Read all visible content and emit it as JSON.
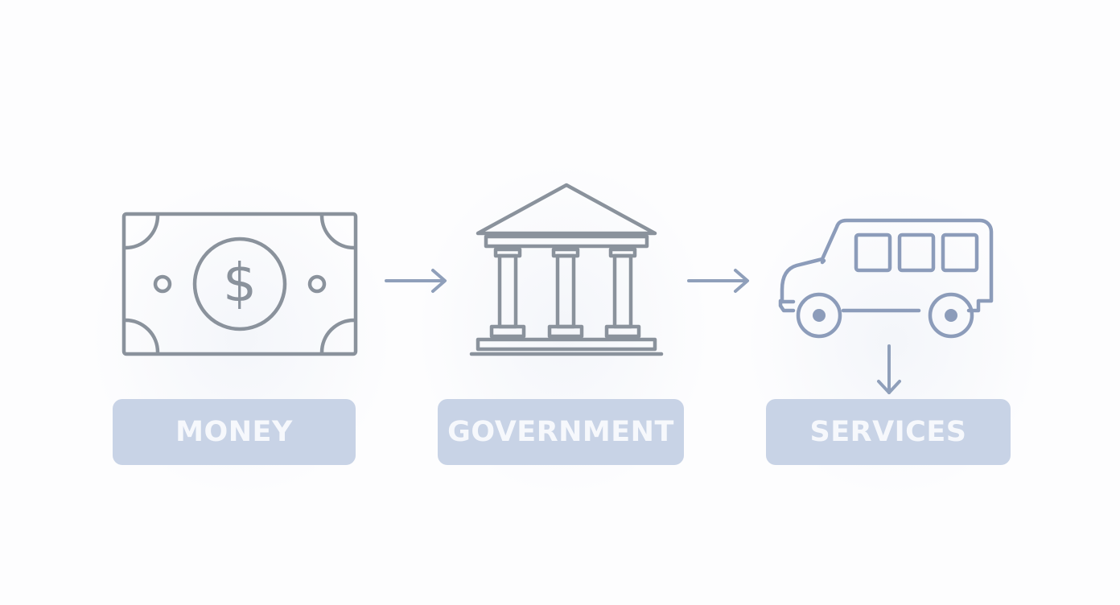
{
  "diagram": {
    "nodes": [
      {
        "id": "money",
        "label": "MONEY",
        "icon": "dollar-bill-icon"
      },
      {
        "id": "government",
        "label": "GOVERNMENT",
        "icon": "bank-building-icon"
      },
      {
        "id": "services",
        "label": "SERVICES",
        "icon": "bus-icon"
      }
    ],
    "edges": [
      {
        "from": "money",
        "to": "government"
      },
      {
        "from": "government",
        "to": "services"
      },
      {
        "from": "services",
        "to": "services-label"
      }
    ],
    "colors": {
      "icon_stroke": "#8a929c",
      "bus_stroke": "#8c9cba",
      "arrow": "#8f9fba",
      "label_background": "#c8d3e6",
      "label_text": "#f6f8fc"
    }
  }
}
